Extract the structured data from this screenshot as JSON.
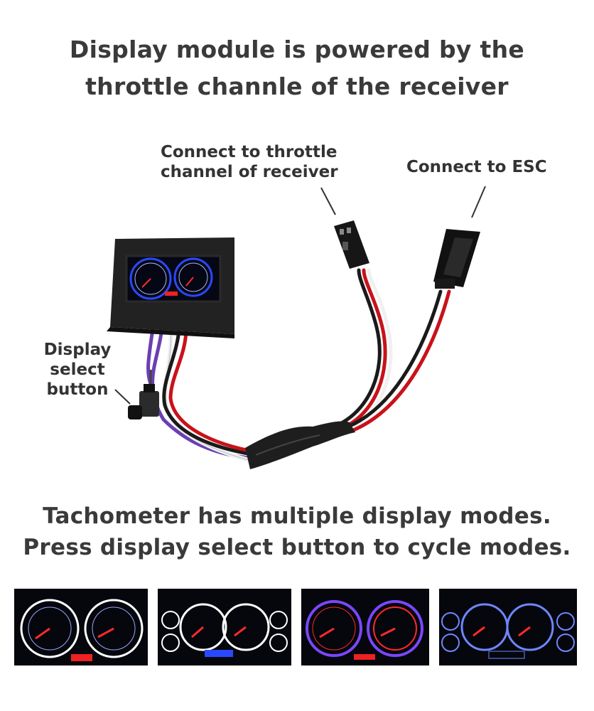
{
  "title": {
    "line1": "Display module is powered by the",
    "line2": "throttle channle of the receiver"
  },
  "callouts": {
    "receiver": {
      "line1": "Connect to throttle",
      "line2": "channel of receiver"
    },
    "esc": "Connect to ESC",
    "button": {
      "line1": "Display",
      "line2": "select",
      "line3": "button"
    }
  },
  "footer": {
    "line1": "Tachometer has multiple display modes.",
    "line2": "Press display select button to cycle modes."
  },
  "thumbnails": [
    {
      "style": "white gauges on black, red needles"
    },
    {
      "style": "white multi-gauge cluster"
    },
    {
      "style": "purple and red gauges"
    },
    {
      "style": "blue outline multi-gauge cluster"
    }
  ],
  "colors": {
    "wire_red": "#c8121a",
    "wire_black": "#1a1a1a",
    "wire_white": "#f0f0f0",
    "wire_purple": "#6b3fb3",
    "gauge_blue": "#2a49ff",
    "gauge_red": "#ff2a2a"
  }
}
